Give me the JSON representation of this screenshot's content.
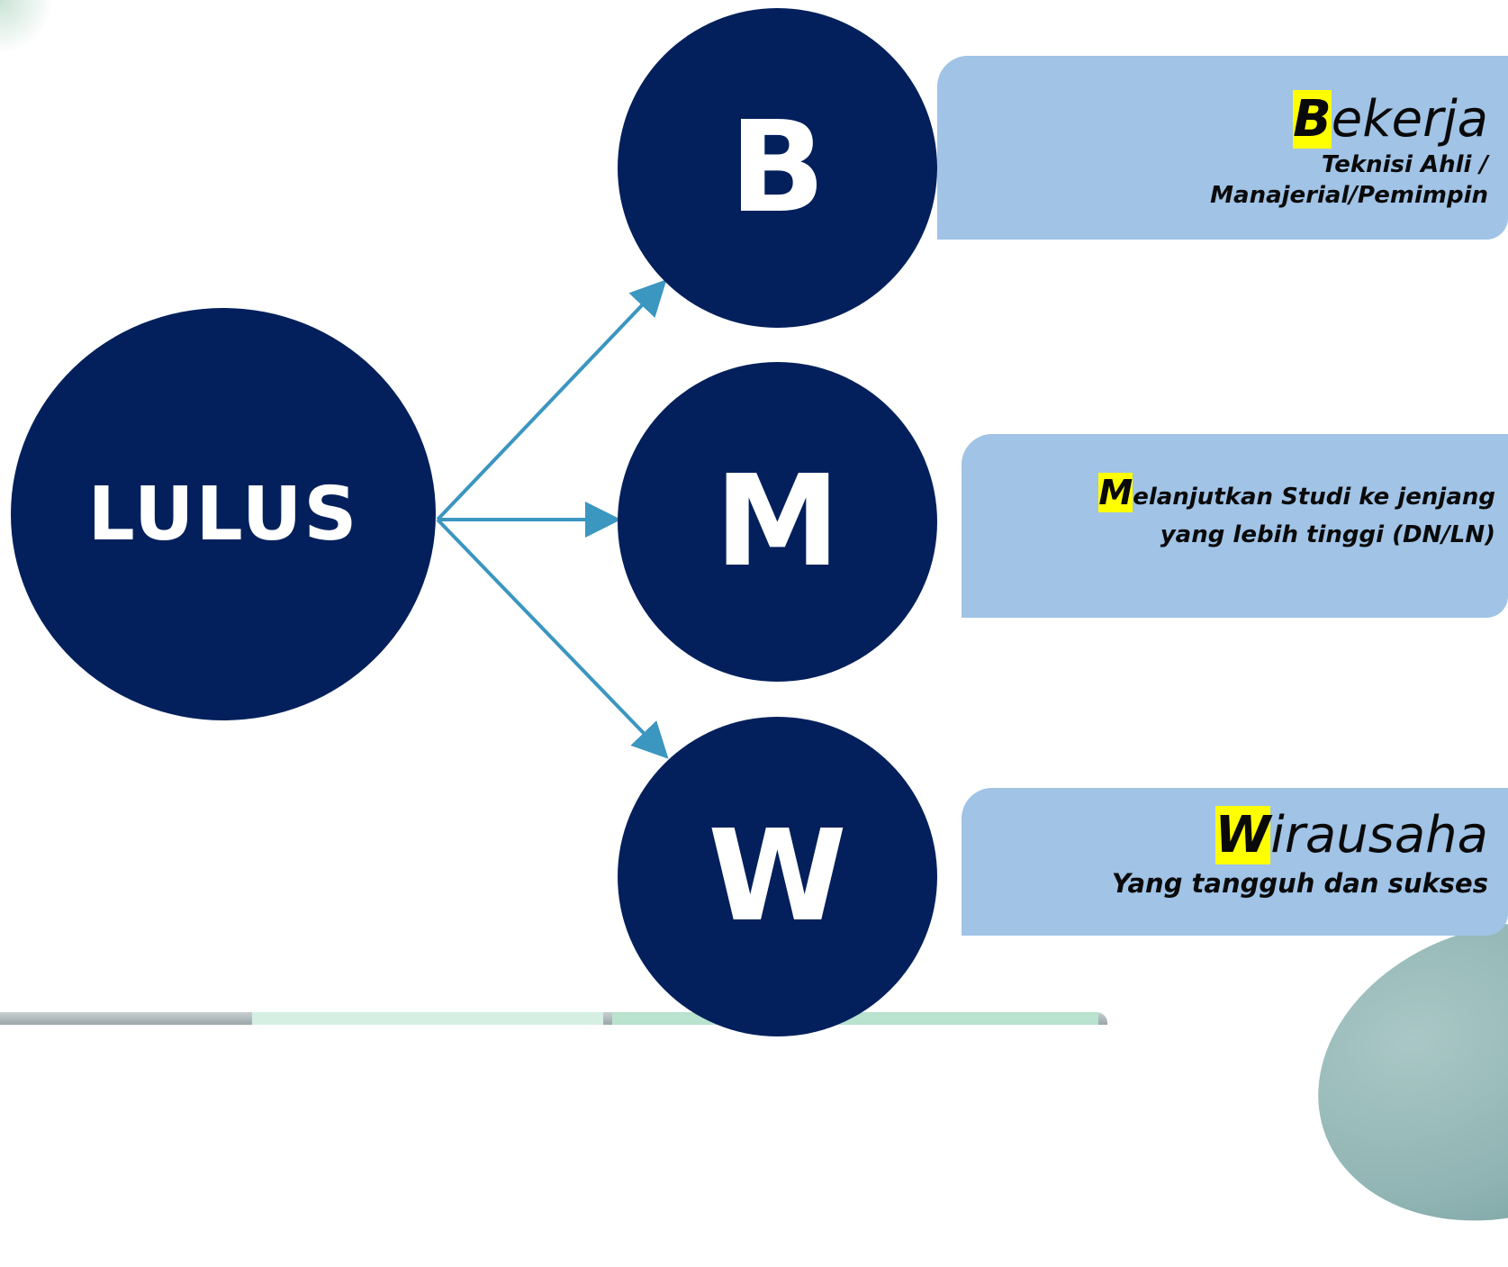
{
  "center": {
    "label": "LULUS"
  },
  "options": [
    {
      "letter": "B",
      "title_first": "B",
      "title_rest": "ekerja",
      "lines": [
        "Teknisi Ahli /",
        "Manajerial/Pemimpin"
      ]
    },
    {
      "letter": "M",
      "title_first": "M",
      "title_rest": "elanjutkan Studi ke jenjang",
      "lines": [
        "yang lebih tinggi (DN/LN)"
      ]
    },
    {
      "letter": "W",
      "title_first": "W",
      "title_rest": "irausaha",
      "lines": [
        "Yang tangguh dan sukses"
      ]
    }
  ],
  "colors": {
    "circle": "#03205c",
    "box": "#a0c3e6",
    "arrow": "#3b96c0",
    "highlight": "#ffff00"
  }
}
